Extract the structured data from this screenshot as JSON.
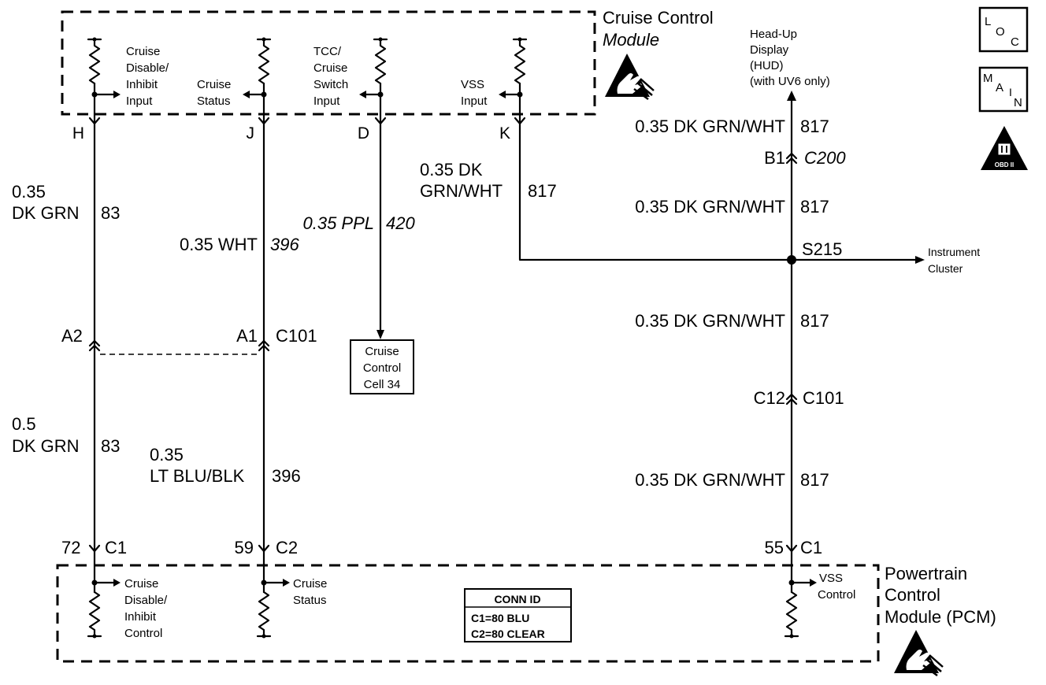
{
  "cruise_module": {
    "title": "Cruise Control",
    "subtitle": "Module",
    "disable": {
      "pin": "H",
      "lines": [
        "Cruise",
        "Disable/",
        "Inhibit",
        "Input"
      ]
    },
    "status": {
      "pin": "J",
      "lines": [
        "Cruise",
        "Status"
      ]
    },
    "tcc": {
      "pin": "D",
      "lines": [
        "TCC/",
        "Cruise",
        "Switch",
        "Input"
      ]
    },
    "vss": {
      "pin": "K",
      "lines": [
        "VSS",
        "Input"
      ]
    }
  },
  "pcm": {
    "title_lines": [
      "Powertrain",
      "Control",
      "Module (PCM)"
    ],
    "disable": {
      "lines": [
        "Cruise",
        "Disable/",
        "Inhibit",
        "Control"
      ]
    },
    "status": {
      "lines": [
        "Cruise",
        "Status"
      ]
    },
    "vss": {
      "lines": [
        "VSS",
        "Control"
      ]
    },
    "conn_id": {
      "header": "CONN ID",
      "rows": [
        "C1=80 BLU",
        "C2=80 CLEAR"
      ]
    }
  },
  "wires": {
    "disable_upper": {
      "gauge": "0.35",
      "color": "DK GRN",
      "circuit": "83"
    },
    "disable_lower": {
      "gauge": "0.5",
      "color": "DK GRN",
      "circuit": "83"
    },
    "status_upper": {
      "label": "0.35 WHT",
      "circuit": "396"
    },
    "status_lower": {
      "gauge": "0.35",
      "color": "LT BLU/BLK",
      "circuit": "396"
    },
    "tcc": {
      "label": "0.35 PPL",
      "circuit": "420"
    },
    "vss_module": {
      "label_lines": [
        "0.35 DK",
        "GRN/WHT"
      ],
      "circuit": "817"
    },
    "vss_hud": {
      "label": "0.35 DK GRN/WHT",
      "circuit": "817"
    },
    "vss_c200_s215": {
      "label": "0.35 DK GRN/WHT",
      "circuit": "817"
    },
    "vss_s215_c101": {
      "label": "0.35 DK GRN/WHT",
      "circuit": "817"
    },
    "vss_c101_pcm": {
      "label": "0.35 DK GRN/WHT",
      "circuit": "817"
    }
  },
  "connectors": {
    "c101_left": {
      "pin_disable": "A2",
      "pin_status": "A1",
      "name": "C101"
    },
    "c200": {
      "pin": "B1",
      "name": "C200"
    },
    "c101_right": {
      "pin": "C12",
      "name": "C101"
    },
    "pcm_disable": {
      "pin": "72",
      "name": "C1"
    },
    "pcm_status": {
      "pin": "59",
      "name": "C2"
    },
    "pcm_vss": {
      "pin": "55",
      "name": "C1"
    }
  },
  "splice": {
    "name": "S215"
  },
  "destinations": {
    "hud": {
      "lines": [
        "Head-Up",
        "Display",
        "(HUD)",
        "(with UV6 only)"
      ]
    },
    "instrument_cluster": {
      "lines": [
        "Instrument",
        "Cluster"
      ]
    },
    "cruise_control_cell": {
      "lines": [
        "Cruise",
        "Control",
        "Cell 34"
      ]
    }
  },
  "symbols": {
    "loc": [
      "L",
      "O",
      "C"
    ],
    "main": [
      "M",
      "A",
      "I",
      "N"
    ],
    "obd": "OBD II"
  }
}
